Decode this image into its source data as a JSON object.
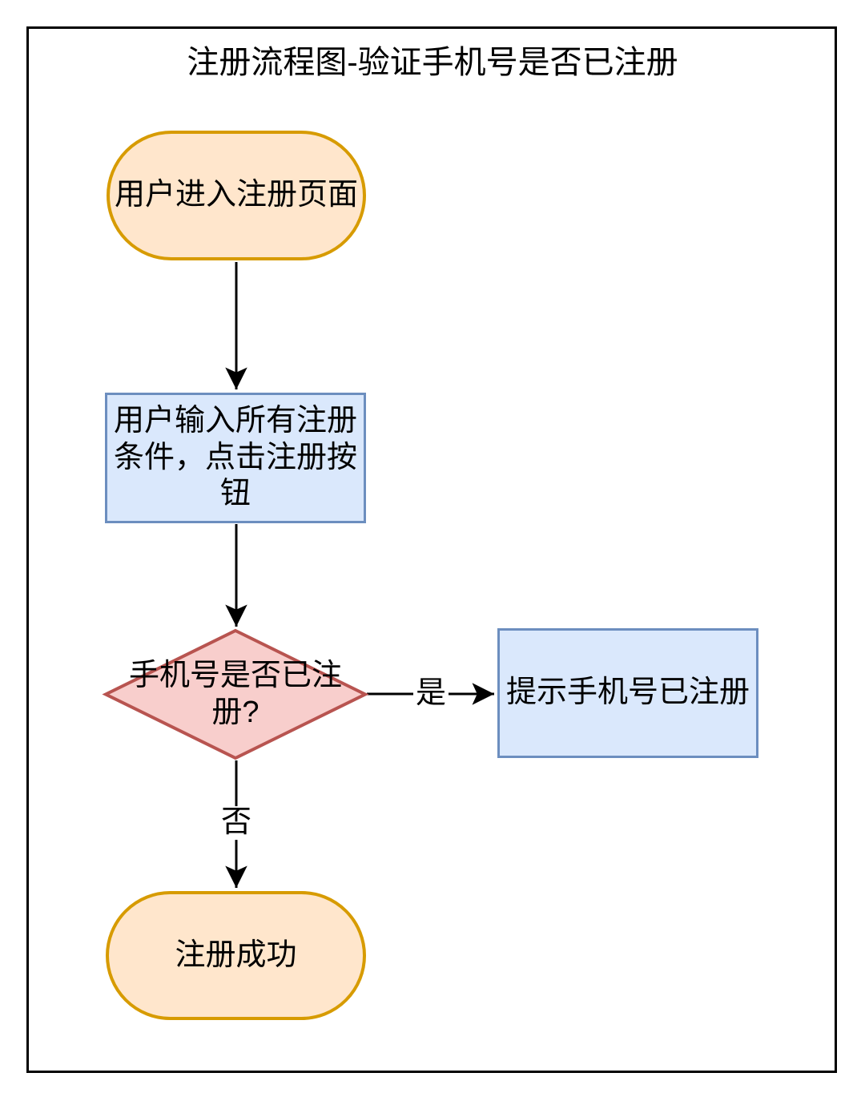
{
  "diagram": {
    "title": "注册流程图-验证手机号是否已注册",
    "nodes": [
      {
        "id": "start",
        "type": "terminator",
        "label": "用户进入注册页面"
      },
      {
        "id": "input",
        "type": "process",
        "label": "用户输入所有注册条件，点击注册按钮"
      },
      {
        "id": "check",
        "type": "decision",
        "label": "手机号是否已注册?"
      },
      {
        "id": "registered",
        "type": "process",
        "label": "提示手机号已注册"
      },
      {
        "id": "success",
        "type": "terminator",
        "label": "注册成功"
      }
    ],
    "edges": [
      {
        "from": "start",
        "to": "input",
        "label": ""
      },
      {
        "from": "input",
        "to": "check",
        "label": ""
      },
      {
        "from": "check",
        "to": "registered",
        "label": "是"
      },
      {
        "from": "check",
        "to": "success",
        "label": "否"
      }
    ],
    "colors": {
      "canvas_bg": "#FFFFFF",
      "frame_color": "#000000",
      "text_color": "#000000",
      "arrow_color": "#000000",
      "terminator_fill": "#FFE6CC",
      "terminator_stroke": "#D79B00",
      "process_fill": "#DAE8FC",
      "process_stroke": "#6C8EBF",
      "decision_fill": "#F8CECC",
      "decision_stroke": "#B85450"
    }
  }
}
